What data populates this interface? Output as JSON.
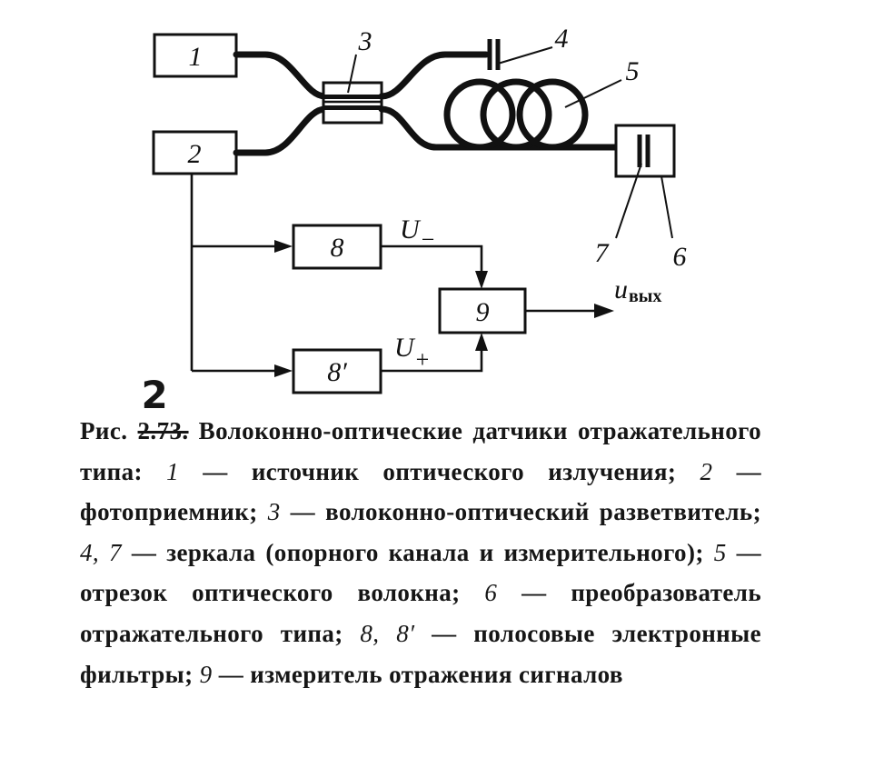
{
  "figure": {
    "blocks": [
      {
        "id": "1",
        "label": "1"
      },
      {
        "id": "2",
        "label": "2"
      },
      {
        "id": "8",
        "label": "8"
      },
      {
        "id": "8p",
        "label": "8′"
      },
      {
        "id": "9",
        "label": "9"
      }
    ],
    "callouts": [
      {
        "id": "3",
        "label": "3"
      },
      {
        "id": "4",
        "label": "4"
      },
      {
        "id": "5",
        "label": "5"
      },
      {
        "id": "6",
        "label": "6"
      },
      {
        "id": "7",
        "label": "7"
      }
    ],
    "signals": {
      "u_minus": "U",
      "u_minus_sign": "−",
      "u_plus": "U",
      "u_plus_sign": "+",
      "u_out": "u",
      "u_out_sub": "вых"
    }
  },
  "caption": {
    "prefix": "Рис.",
    "number_original": "2.73.",
    "number_handwritten": "2",
    "items": [
      {
        "text": " Волоконно-оптические датчики отражательного типа: "
      },
      {
        "n": "1",
        "text": " — источник оптического излучения; "
      },
      {
        "n": "2",
        "text": " — фотоприемник; "
      },
      {
        "n": "3",
        "text": " — волоконно-оптический разветвитель; "
      },
      {
        "n": "4, 7",
        "text": " — зеркала (опорного канала и измерительного); "
      },
      {
        "n": "5",
        "text": " — отрезок оптического волокна; "
      },
      {
        "n": "6",
        "text": " — преобразователь отражательного типа; "
      },
      {
        "n": "8, 8′",
        "text": " — полосовые электронные фильтры; "
      },
      {
        "n": "9",
        "text": " — измеритель отражения сигналов"
      }
    ]
  }
}
